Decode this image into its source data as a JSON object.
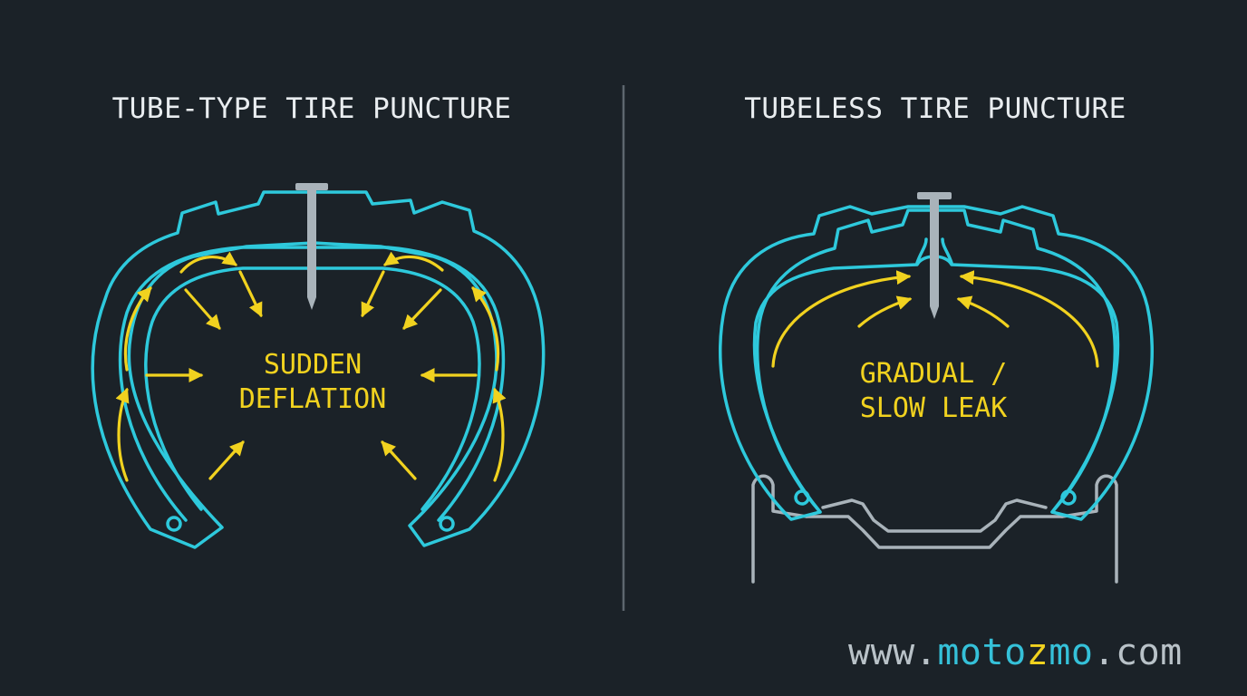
{
  "colors": {
    "background": "#1b2228",
    "tire": "#2ec9dc",
    "arrow": "#f1d21f",
    "nail": "#a9b3ba",
    "rim": "#a9b3ba",
    "divider": "#5d666e",
    "title": "#e9edf0",
    "watermark_grey": "#b9c2c8",
    "watermark_blue": "#35c1d9",
    "watermark_yellow": "#f1d21f"
  },
  "panels": {
    "left": {
      "title": "TUBE-TYPE TIRE PUNCTURE",
      "label_line1": "SUDDEN",
      "label_line2": "DEFLATION"
    },
    "right": {
      "title": "TUBELESS TIRE PUNCTURE",
      "label_line1": "GRADUAL /",
      "label_line2": "SLOW LEAK"
    }
  },
  "watermark": {
    "prefix": "www.",
    "brand_a": "moto",
    "brand_b": "z",
    "brand_c": "mo",
    "suffix": ".com"
  }
}
